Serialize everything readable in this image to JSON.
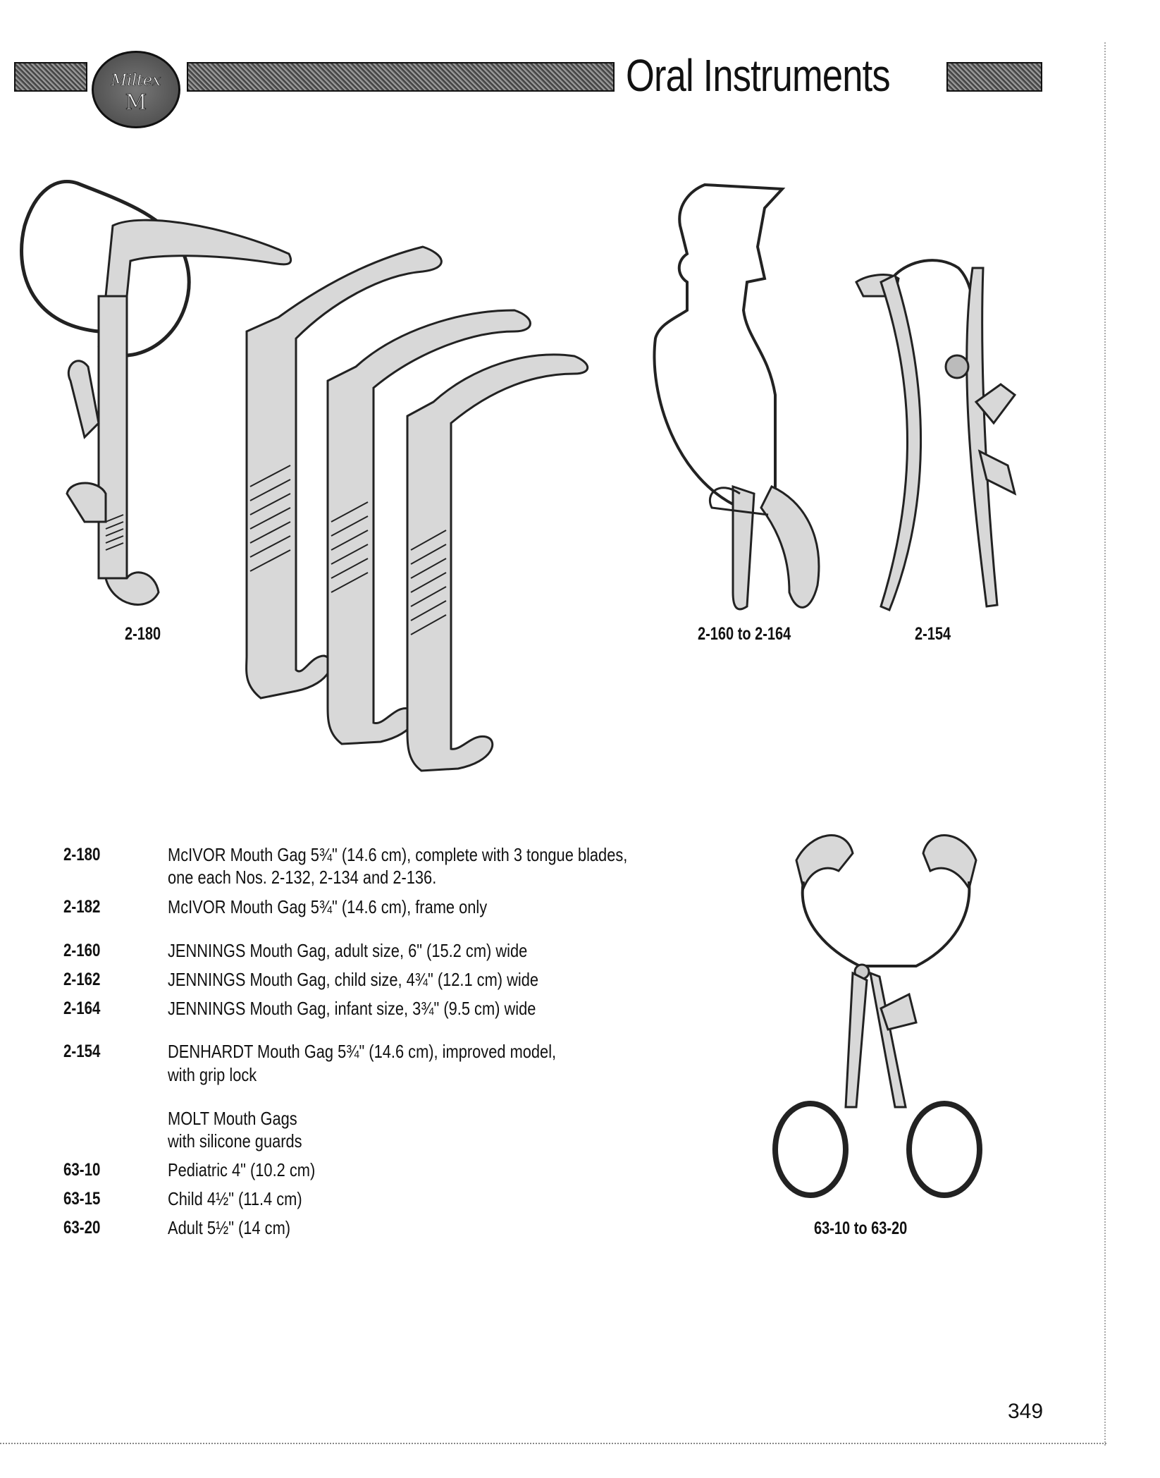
{
  "header": {
    "logo_text": "Miltex M",
    "title": "Oral Instruments"
  },
  "figures": {
    "mcivor_caption": "2-180",
    "jennings_caption": "2-160 to 2-164",
    "denhardt_caption": "2-154",
    "molt_caption": "63-10 to 63-20"
  },
  "items": [
    {
      "code": "2-180",
      "lines": [
        "McIVOR Mouth Gag 5¾\" (14.6 cm), complete with 3 tongue blades,",
        "one each Nos. 2-132, 2-134 and 2-136."
      ]
    },
    {
      "code": "2-182",
      "lines": [
        "McIVOR Mouth Gag 5¾\" (14.6 cm), frame only"
      ]
    },
    {
      "code": "2-160",
      "lines": [
        "JENNINGS Mouth Gag, adult size, 6\" (15.2 cm) wide"
      ]
    },
    {
      "code": "2-162",
      "lines": [
        "JENNINGS Mouth Gag, child size, 4¾\" (12.1 cm) wide"
      ]
    },
    {
      "code": "2-164",
      "lines": [
        "JENNINGS Mouth Gag, infant size, 3¾\" (9.5 cm) wide"
      ]
    },
    {
      "code": "2-154",
      "lines": [
        "DENHARDT Mouth Gag 5¾\" (14.6 cm), improved model,",
        "with grip lock"
      ]
    },
    {
      "code": "",
      "lines": [
        "MOLT Mouth Gags",
        "with silicone guards"
      ]
    },
    {
      "code": "63-10",
      "lines": [
        "Pediatric 4\" (10.2 cm)"
      ]
    },
    {
      "code": "63-15",
      "lines": [
        "Child 4½\" (11.4 cm)"
      ]
    },
    {
      "code": "63-20",
      "lines": [
        "Adult 5½\" (14 cm)"
      ]
    }
  ],
  "page_number": "349"
}
